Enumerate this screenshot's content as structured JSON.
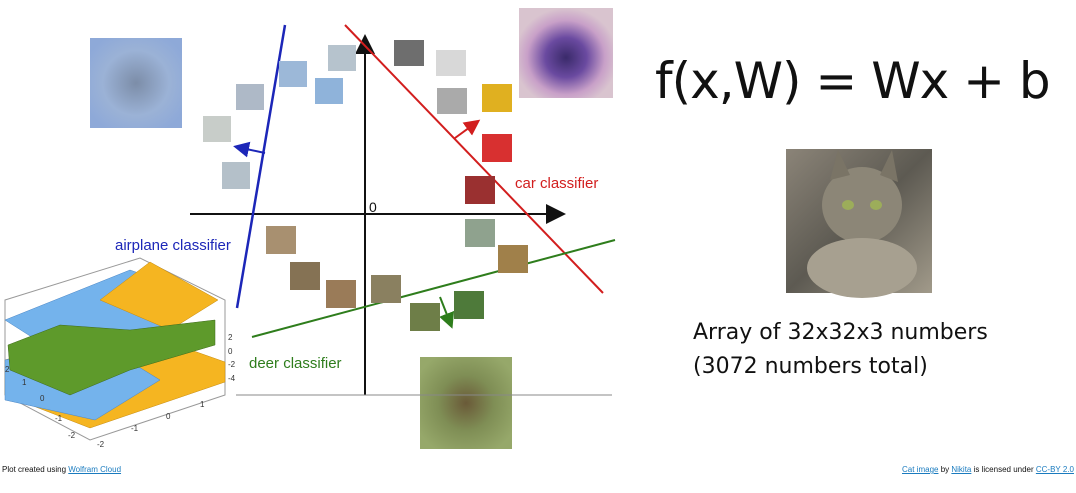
{
  "formula": "f(x,W) = Wx + b",
  "caption": {
    "line1": "Array of 32x32x3 numbers",
    "line2": "(3072 numbers total)"
  },
  "plot": {
    "origin_label": "0",
    "classifiers": [
      {
        "name": "airplane classifier",
        "color": "#1c26b8"
      },
      {
        "name": "car classifier",
        "color": "#d21e1e"
      },
      {
        "name": "deer classifier",
        "color": "#2e7d1c"
      }
    ]
  },
  "surface_plot": {
    "z_ticks": [
      "2",
      "0",
      "-2",
      "-4"
    ],
    "x_ticks": [
      "2",
      "1",
      "0",
      "-1",
      "-2"
    ],
    "y_ticks": [
      "-2",
      "-1",
      "0",
      "1"
    ],
    "colors": {
      "orange": "#f5b521",
      "blue": "#74b3ec",
      "green": "#5e9a2b"
    }
  },
  "credits": {
    "left_prefix": "Plot created using ",
    "left_link": "Wolfram Cloud",
    "right_link1": "Cat image",
    "right_by": " by ",
    "right_link2": "Nikita",
    "right_mid": " is licensed under ",
    "right_link3": "CC-BY 2.0"
  }
}
